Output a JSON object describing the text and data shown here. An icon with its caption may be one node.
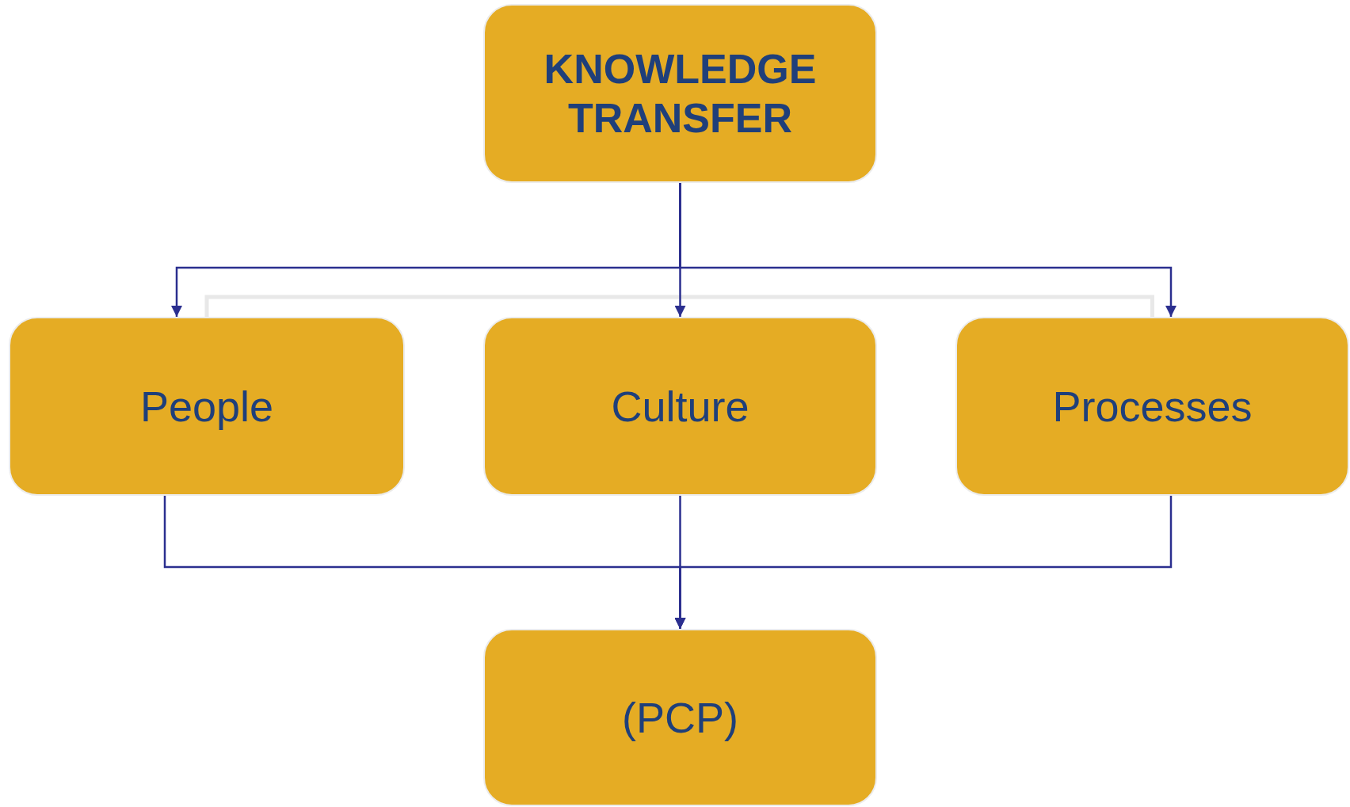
{
  "diagram": {
    "nodes": [
      {
        "text": [
          "KNOWLEDGE TRANSFER"
        ]
      },
      {
        "text": [
          "People"
        ]
      },
      {
        "text": [
          "Culture"
        ]
      },
      {
        "text": [
          "Processes"
        ]
      },
      {
        "text": [
          "(PCP)"
        ]
      }
    ],
    "edges": [
      {
        "from": 0,
        "to": 1,
        "arrow": "to"
      },
      {
        "from": 0,
        "to": 2,
        "arrow": "to"
      },
      {
        "from": 0,
        "to": 3,
        "arrow": "to"
      },
      {
        "from": 1,
        "to": 3,
        "arrow": "none",
        "color": "#e8e8e8"
      },
      {
        "from": 1,
        "to": 4,
        "arrow": "to"
      },
      {
        "from": 2,
        "to": 4,
        "arrow": "to"
      },
      {
        "from": 3,
        "to": 4,
        "arrow": "to"
      }
    ]
  }
}
